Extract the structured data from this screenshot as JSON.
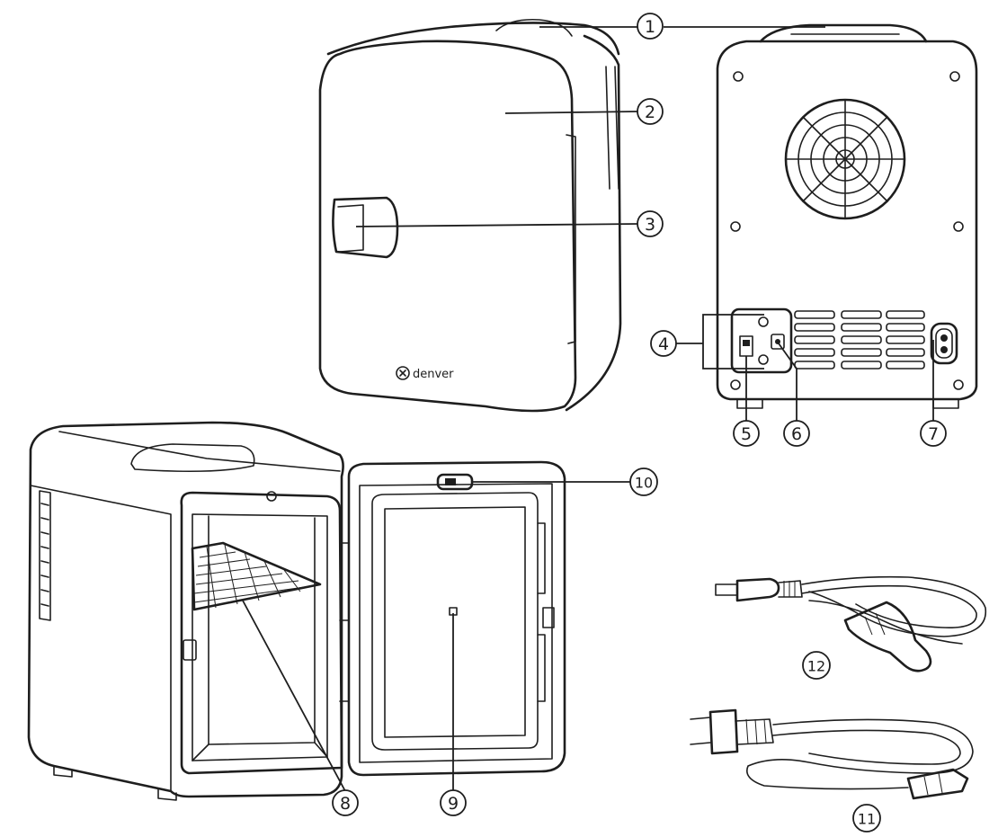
{
  "brand": {
    "logo_text": "denver"
  },
  "callouts": [
    {
      "id": "1",
      "label": "1"
    },
    {
      "id": "2",
      "label": "2"
    },
    {
      "id": "3",
      "label": "3"
    },
    {
      "id": "4",
      "label": "4"
    },
    {
      "id": "5",
      "label": "5"
    },
    {
      "id": "6",
      "label": "6"
    },
    {
      "id": "7",
      "label": "7"
    },
    {
      "id": "8",
      "label": "8"
    },
    {
      "id": "9",
      "label": "9"
    },
    {
      "id": "10",
      "label": "10"
    },
    {
      "id": "11",
      "label": "11"
    },
    {
      "id": "12",
      "label": "12"
    }
  ]
}
